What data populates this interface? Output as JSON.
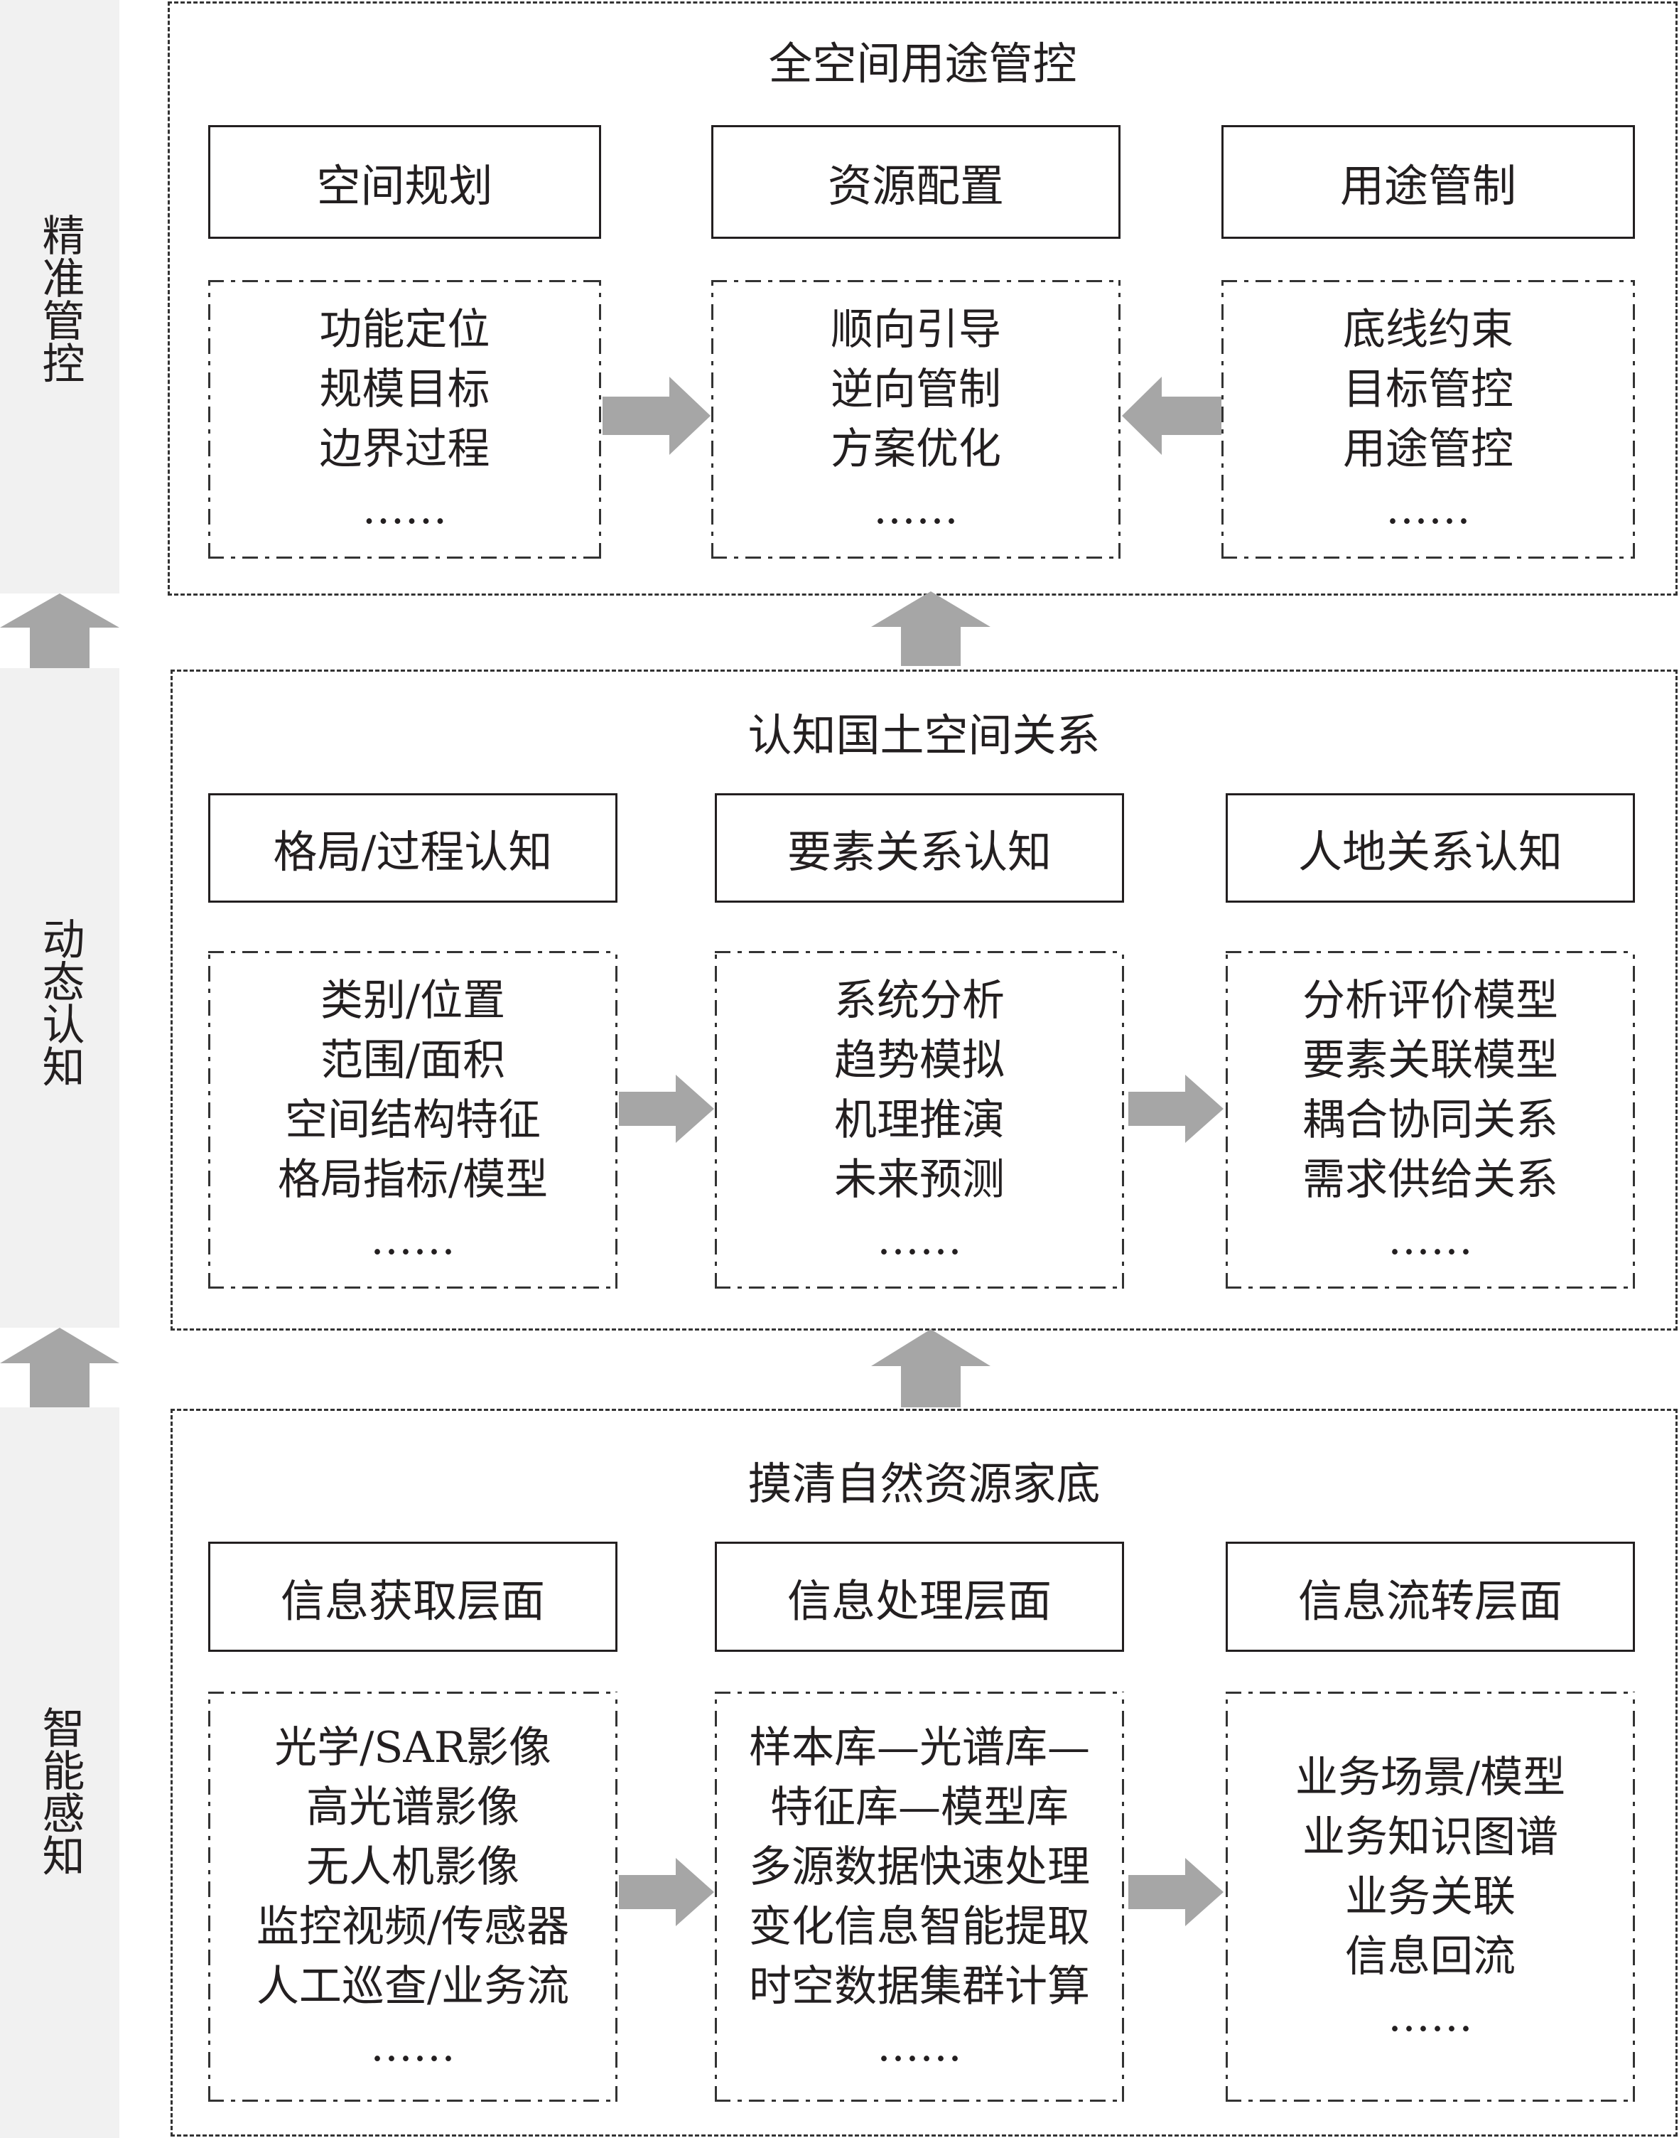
{
  "colors": {
    "arrow": "#a6a6a6",
    "band": "#f1f1f1",
    "stroke": "#231f20"
  },
  "layers": [
    {
      "side_label": [
        "精",
        "准",
        "管",
        "控"
      ],
      "title": "全空间用途管控",
      "heads": [
        "空间规划",
        "资源配置",
        "用途管制"
      ],
      "details": [
        [
          "功能定位",
          "规模目标",
          "边界过程",
          "……"
        ],
        [
          "顺向引导",
          "逆向管制",
          "方案优化",
          "……"
        ],
        [
          "底线约束",
          "目标管控",
          "用途管控",
          "……"
        ]
      ]
    },
    {
      "side_label": [
        "动",
        "态",
        "认",
        "知"
      ],
      "title": "认知国土空间关系",
      "heads": [
        "格局/过程认知",
        "要素关系认知",
        "人地关系认知"
      ],
      "details": [
        [
          "类别/位置",
          "范围/面积",
          "空间结构特征",
          "格局指标/模型",
          "……"
        ],
        [
          "系统分析",
          "趋势模拟",
          "机理推演",
          "未来预测",
          "……"
        ],
        [
          "分析评价模型",
          "要素关联模型",
          "耦合协同关系",
          "需求供给关系",
          "……"
        ]
      ]
    },
    {
      "side_label": [
        "智",
        "能",
        "感",
        "知"
      ],
      "title": "摸清自然资源家底",
      "heads": [
        "信息获取层面",
        "信息处理层面",
        "信息流转层面"
      ],
      "details": [
        [
          "光学/SAR影像",
          "高光谱影像",
          "无人机影像",
          "监控视频/传感器",
          "人工巡查/业务流",
          "……"
        ],
        [
          "样本库—光谱库—",
          "特征库—模型库",
          "多源数据快速处理",
          "变化信息智能提取",
          "时空数据集群计算",
          "……"
        ],
        [
          "业务场景/模型",
          "业务知识图谱",
          "业务关联",
          "信息回流",
          "……"
        ]
      ]
    }
  ]
}
